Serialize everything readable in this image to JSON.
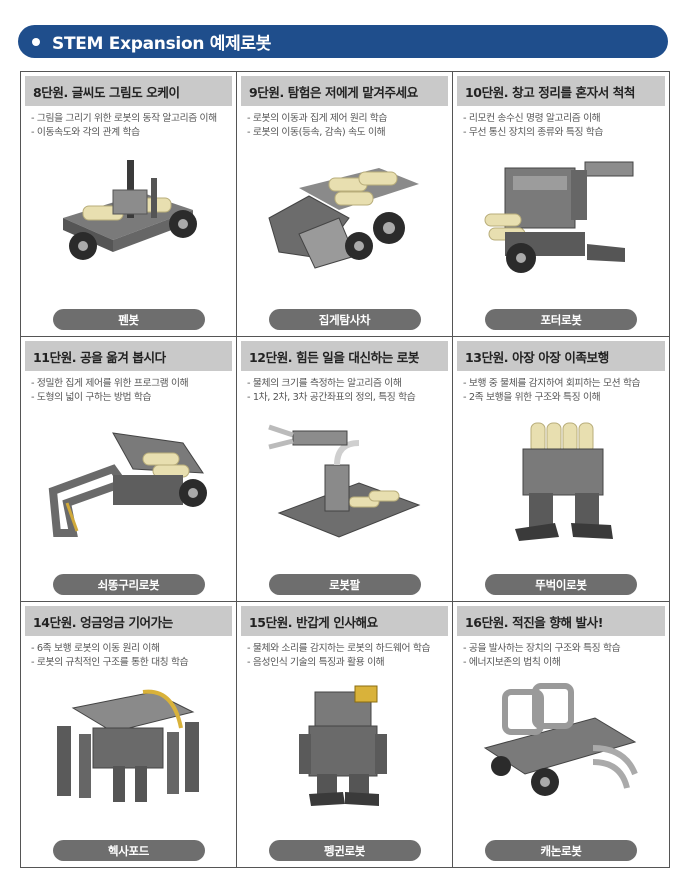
{
  "header": {
    "title": "STEM Expansion 예제로봇"
  },
  "units": [
    {
      "title": "8단원. 글씨도 그림도 오케이",
      "bullets": [
        "- 그림을 그리기 위한 로봇의 동작 알고리즘 이해",
        "- 이동속도와 각의 관계 학습"
      ],
      "robot": "펜봇",
      "icon": "pen-robot"
    },
    {
      "title": "9단원. 탐험은 저에게 맡겨주세요",
      "bullets": [
        "- 로봇의 이동과 집게 제어 원리 학습",
        "- 로봇의 이동(등속, 감속) 속도 이해"
      ],
      "robot": "집게탐사차",
      "icon": "gripper-rover"
    },
    {
      "title": "10단원. 창고 정리를 혼자서 척척",
      "bullets": [
        "- 리모컨 송수신 명령 알고리즘 이해",
        "- 무선 통신 장치의 종류와 특징 학습"
      ],
      "robot": "포터로봇",
      "icon": "porter-robot"
    },
    {
      "title": "11단원. 공을 옮겨 봅시다",
      "bullets": [
        "- 정밀한 집게 제어를 위한 프로그램 이해",
        "- 도형의 넓이 구하는 방법 학습"
      ],
      "robot": "쇠똥구리로봇",
      "icon": "dung-beetle-robot"
    },
    {
      "title": "12단원. 힘든 일을 대신하는 로봇",
      "bullets": [
        "- 물체의 크기를 측정하는 알고리즘 이해",
        "- 1차, 2차, 3차 공간좌표의 정의, 특징 학습"
      ],
      "robot": "로봇팔",
      "icon": "robot-arm"
    },
    {
      "title": "13단원. 아장 아장 이족보행",
      "bullets": [
        "- 보행 중 물체를 감지하여 회피하는 모션 학습",
        "- 2족 보행을 위한 구조와 특징 이해"
      ],
      "robot": "뚜벅이로봇",
      "icon": "biped-robot"
    },
    {
      "title": "14단원. 엉금엉금 기어가는",
      "bullets": [
        "- 6족 보행 로봇의 이동 원리 이해",
        "- 로봇의 규칙적인 구조를 통한 대칭 학습"
      ],
      "robot": "헥사포드",
      "icon": "hexapod-robot"
    },
    {
      "title": "15단원. 반갑게 인사해요",
      "bullets": [
        "- 물체와 소리를 감지하는 로봇의 하드웨어 학습",
        "- 음성인식 기술의 특징과 활용 이해"
      ],
      "robot": "펭귄로봇",
      "icon": "penguin-robot"
    },
    {
      "title": "16단원. 적진을 향해 발사!",
      "bullets": [
        "- 공을 발사하는 장치의 구조와 특징 학습",
        "- 에너지보존의 법칙 이해"
      ],
      "robot": "캐논로봇",
      "icon": "cannon-robot"
    }
  ]
}
